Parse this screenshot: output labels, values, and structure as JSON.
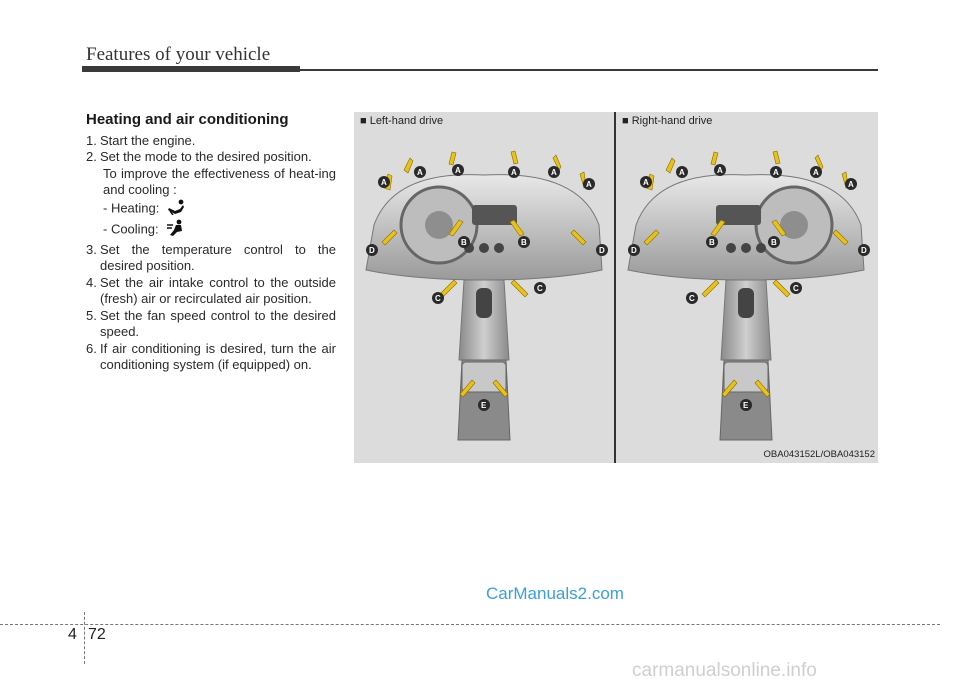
{
  "header": {
    "title": "Features of your vehicle"
  },
  "section": {
    "heading": "Heating and air conditioning",
    "steps": [
      {
        "num": "1.",
        "text": "Start the engine."
      },
      {
        "num": "2.",
        "text": "Set the mode to the desired position."
      },
      {
        "num": "3.",
        "text": "Set the temperature control to the desired position."
      },
      {
        "num": "4.",
        "text": "Set the air intake control to the outside (fresh) air or recirculated air position."
      },
      {
        "num": "5.",
        "text": "Set the fan speed control to the desired speed."
      },
      {
        "num": "6.",
        "text": "If air conditioning is desired, turn the air conditioning system (if equipped) on."
      }
    ],
    "step2_note": "To improve the effectiveness of heat-ing and cooling :",
    "heating_label": "- Heating:",
    "cooling_label": "- Cooling:",
    "heating_icon": "heating-mode-icon",
    "cooling_icon": "cooling-mode-icon"
  },
  "figure": {
    "left_label": "■ Left-hand drive",
    "right_label": "■ Right-hand drive",
    "caption": "OBA043152L/OBA043152",
    "vent_labels": [
      "A",
      "B",
      "C",
      "D",
      "E"
    ],
    "arrow_color": "#e8c21a"
  },
  "footer": {
    "chapter": "4",
    "page": "72"
  },
  "watermarks": {
    "top": "CarManuals2.com",
    "bottom": "carmanualsonline.info"
  }
}
